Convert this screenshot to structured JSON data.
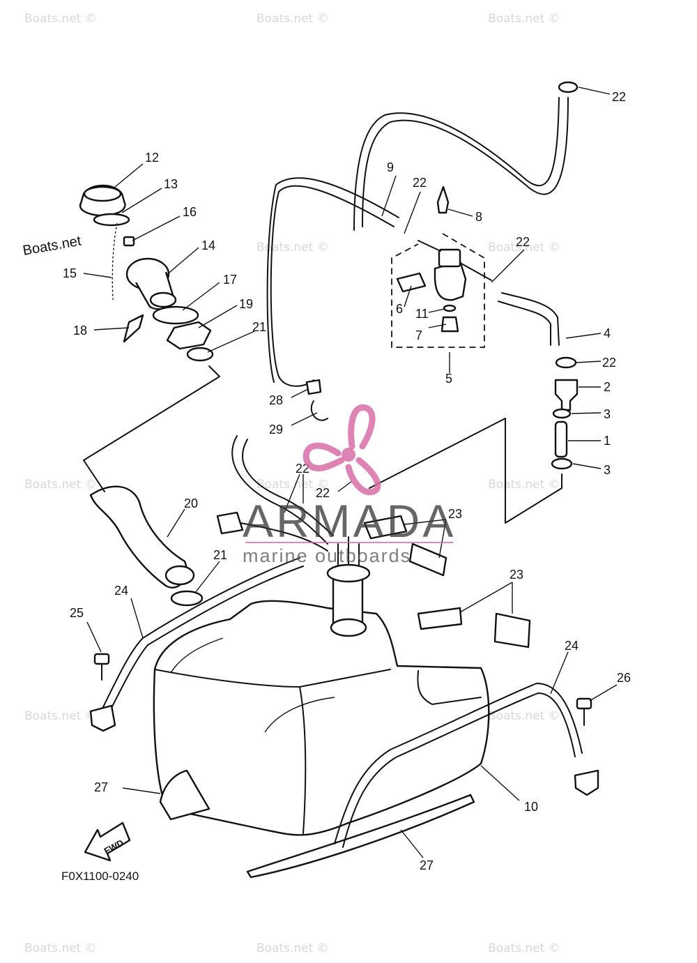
{
  "diagram": {
    "code": "F0X1100-0240",
    "fwd_label": "FWD",
    "watermark_text": "Boats.net ©",
    "boats_logo": "Boats.net",
    "brand": {
      "name": "ARMADA",
      "tagline": "marine outboards",
      "color": "#d86fa8"
    },
    "callouts": [
      {
        "id": "c1",
        "num": "1"
      },
      {
        "id": "c2",
        "num": "2"
      },
      {
        "id": "c3a",
        "num": "3"
      },
      {
        "id": "c3b",
        "num": "3"
      },
      {
        "id": "c4",
        "num": "4"
      },
      {
        "id": "c5",
        "num": "5"
      },
      {
        "id": "c6",
        "num": "6"
      },
      {
        "id": "c7",
        "num": "7"
      },
      {
        "id": "c8",
        "num": "8"
      },
      {
        "id": "c9",
        "num": "9"
      },
      {
        "id": "c10",
        "num": "10"
      },
      {
        "id": "c11",
        "num": "11"
      },
      {
        "id": "c12",
        "num": "12"
      },
      {
        "id": "c13",
        "num": "13"
      },
      {
        "id": "c14",
        "num": "14"
      },
      {
        "id": "c15",
        "num": "15"
      },
      {
        "id": "c16",
        "num": "16"
      },
      {
        "id": "c17",
        "num": "17"
      },
      {
        "id": "c18",
        "num": "18"
      },
      {
        "id": "c19",
        "num": "19"
      },
      {
        "id": "c20",
        "num": "20"
      },
      {
        "id": "c21a",
        "num": "21"
      },
      {
        "id": "c21b",
        "num": "21"
      },
      {
        "id": "c22a",
        "num": "22"
      },
      {
        "id": "c22b",
        "num": "22"
      },
      {
        "id": "c22c",
        "num": "22"
      },
      {
        "id": "c22d",
        "num": "22"
      },
      {
        "id": "c22e",
        "num": "22"
      },
      {
        "id": "c22f",
        "num": "22"
      },
      {
        "id": "c23a",
        "num": "23"
      },
      {
        "id": "c23b",
        "num": "23"
      },
      {
        "id": "c24a",
        "num": "24"
      },
      {
        "id": "c24b",
        "num": "24"
      },
      {
        "id": "c25",
        "num": "25"
      },
      {
        "id": "c26",
        "num": "26"
      },
      {
        "id": "c27a",
        "num": "27"
      },
      {
        "id": "c27b",
        "num": "27"
      },
      {
        "id": "c28",
        "num": "28"
      },
      {
        "id": "c29",
        "num": "29"
      }
    ]
  }
}
